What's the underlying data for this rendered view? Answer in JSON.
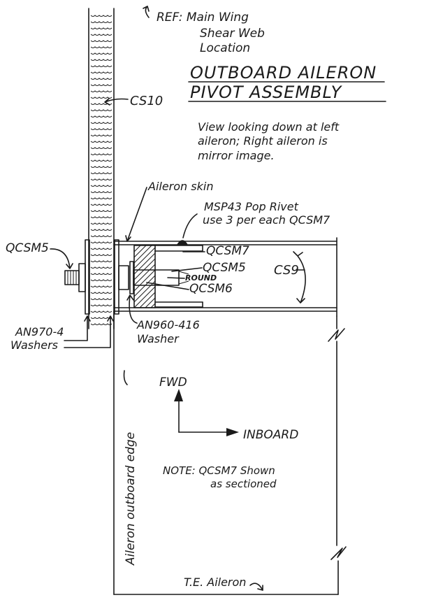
{
  "ref_note": {
    "lines": [
      "REF: Main Wing",
      "Shear Web",
      "Location"
    ]
  },
  "title": {
    "line1": "OUTBOARD AILERON",
    "line2": "PIVOT ASSEMBLY"
  },
  "view_note": {
    "lines": [
      "View looking down at left",
      "aileron; Right aileron is",
      "mirror image."
    ]
  },
  "callouts": {
    "cs10": "CS10",
    "aileron_skin": "Aileron skin",
    "rivet_line1": "MSP43 Pop Rivet",
    "rivet_line2": "use 3 per each QCSM7",
    "qcsm5_left": "QCSM5",
    "qcsm7": "QCSM7",
    "qcsm5_right": "QCSM5",
    "round": "ROUND",
    "qcsm6": "QCSM6",
    "cs9": "CS9",
    "an970_line1": "AN970-4",
    "an970_line2": "Washers",
    "an960_line1": "AN960-416",
    "an960_line2": "Washer",
    "outboard_edge": "Aileron outboard edge",
    "fwd": "FWD",
    "inboard": "INBOARD",
    "te_aileron": "T.E. Aileron"
  },
  "note": {
    "line1": "NOTE: QCSM7 Shown",
    "line2": "as sectioned"
  },
  "colors": {
    "ink": "#1a1a1a",
    "paper": "#ffffff"
  }
}
